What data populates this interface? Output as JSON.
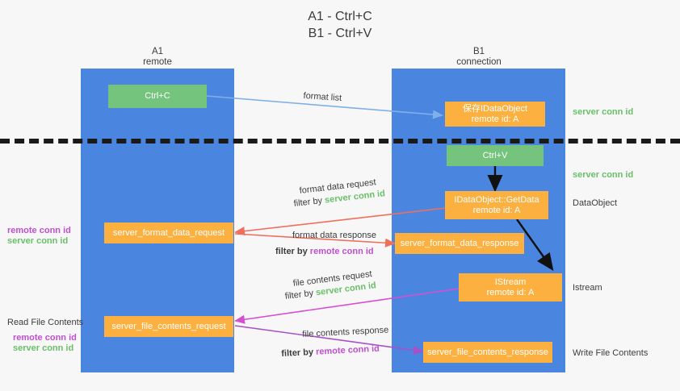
{
  "title": {
    "line1": "A1 - Ctrl+C",
    "line2": "B1 - Ctrl+V"
  },
  "lanes": [
    {
      "name": "A1",
      "subtitle": "remote",
      "color": "#4a86e0"
    },
    {
      "name": "B1",
      "subtitle": "connection",
      "color": "#4a86e0"
    }
  ],
  "boxes": {
    "ctrl_c": {
      "line1": "Ctrl+C",
      "color": "#74c47d"
    },
    "ctrl_v": {
      "line1": "Ctrl+V",
      "color": "#74c47d"
    },
    "idataobject": {
      "line1": "保存IDataObject",
      "line2": "remote id: A",
      "color": "#fcb040"
    },
    "getdata": {
      "line1": "IDataObject::GetData",
      "line2": "remote id: A",
      "color": "#fcb040"
    },
    "istream": {
      "line1": "IStream",
      "line2": "remote id: A",
      "color": "#fcb040"
    },
    "server_format_data_request": {
      "line1": "server_format_data_request",
      "color": "#fcb040"
    },
    "server_format_data_response": {
      "line1": "server_format_data_response",
      "color": "#fcb040"
    },
    "server_file_contents_request": {
      "line1": "server_file_contents_request",
      "color": "#fcb040"
    },
    "server_file_contents_response": {
      "line1": "server_file_contents_response",
      "color": "#fcb040"
    }
  },
  "edge_labels": {
    "format_list": "format list",
    "format_data_request": "format data request",
    "format_data_response": "format data response",
    "file_contents_request": "file contents request",
    "file_contents_response": "file contents response",
    "filter_by": "filter by",
    "server_conn_id": "server conn id",
    "remote_conn_id": "remote conn id"
  },
  "right_labels": {
    "server_conn_id_top": "server conn id",
    "server_conn_id_mid": "server conn id",
    "dataobject": "DataObject",
    "istream": "Istream",
    "write_file_contents": "Write File Contents"
  },
  "left_labels": {
    "remote_conn_id_1": "remote conn id",
    "server_conn_id_1": "server conn id",
    "read_file_contents": "Read File Contents",
    "remote_conn_id_2": "remote conn id",
    "server_conn_id_2": "server conn id"
  },
  "colors": {
    "lane": "#4a86e0",
    "green_box": "#74c47d",
    "orange_box": "#fcb040",
    "green_text": "#6abf69",
    "purple_text": "#c04fd0",
    "arrow_blue": "#7fb0e8",
    "arrow_red": "#ef6e5c",
    "arrow_magenta": "#d64fd0",
    "arrow_purple": "#a24fd0",
    "arrow_black": "#111111",
    "dashed_line": "#1a1a1a",
    "background": "#f7f7f7"
  }
}
